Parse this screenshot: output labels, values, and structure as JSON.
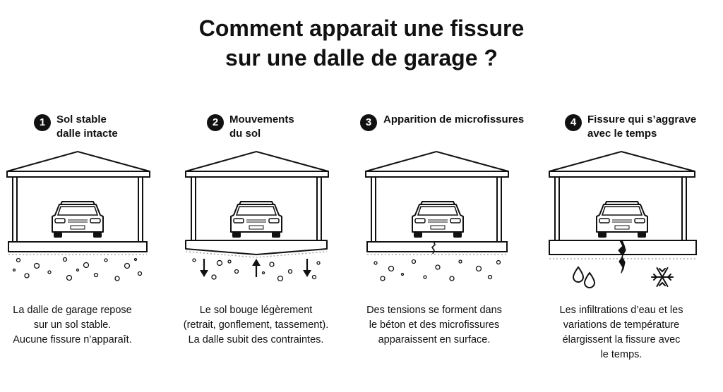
{
  "title": {
    "line1": "Comment apparait une fissure",
    "line2": "sur une dalle de garage ?"
  },
  "steps": [
    {
      "number": "1",
      "heading": [
        "Sol stable",
        "dalle intacte"
      ],
      "description": [
        "La dalle de garage repose",
        "sur un sol stable.",
        "Aucune fissure n’apparaît."
      ],
      "icons": [
        "carport-icon",
        "car-icon",
        "slab-icon",
        "soil-icon"
      ]
    },
    {
      "number": "2",
      "heading": [
        "Mouvements",
        "du sol"
      ],
      "description": [
        "Le sol bouge légèrement",
        "(retrait, gonflement, tassement).",
        "La dalle subit des contraintes."
      ],
      "icons": [
        "carport-icon",
        "car-icon",
        "slab-icon",
        "soil-icon",
        "arrow-down-icon",
        "arrow-up-icon"
      ]
    },
    {
      "number": "3",
      "heading": [
        "Apparition de microfissures"
      ],
      "description": [
        "Des tensions se forment dans",
        "le béton et des microfissures",
        "apparaissent en surface."
      ],
      "icons": [
        "carport-icon",
        "car-icon",
        "slab-icon",
        "microcrack-icon",
        "soil-icon"
      ]
    },
    {
      "number": "4",
      "heading": [
        "Fissure qui s’aggrave",
        "avec le temps"
      ],
      "description": [
        "Les infiltrations d’eau et les",
        "variations de température",
        "élargissent la fissure avec",
        "le temps."
      ],
      "icons": [
        "carport-icon",
        "car-icon",
        "slab-icon",
        "crack-icon",
        "water-drop-icon",
        "snowflake-icon"
      ]
    }
  ]
}
